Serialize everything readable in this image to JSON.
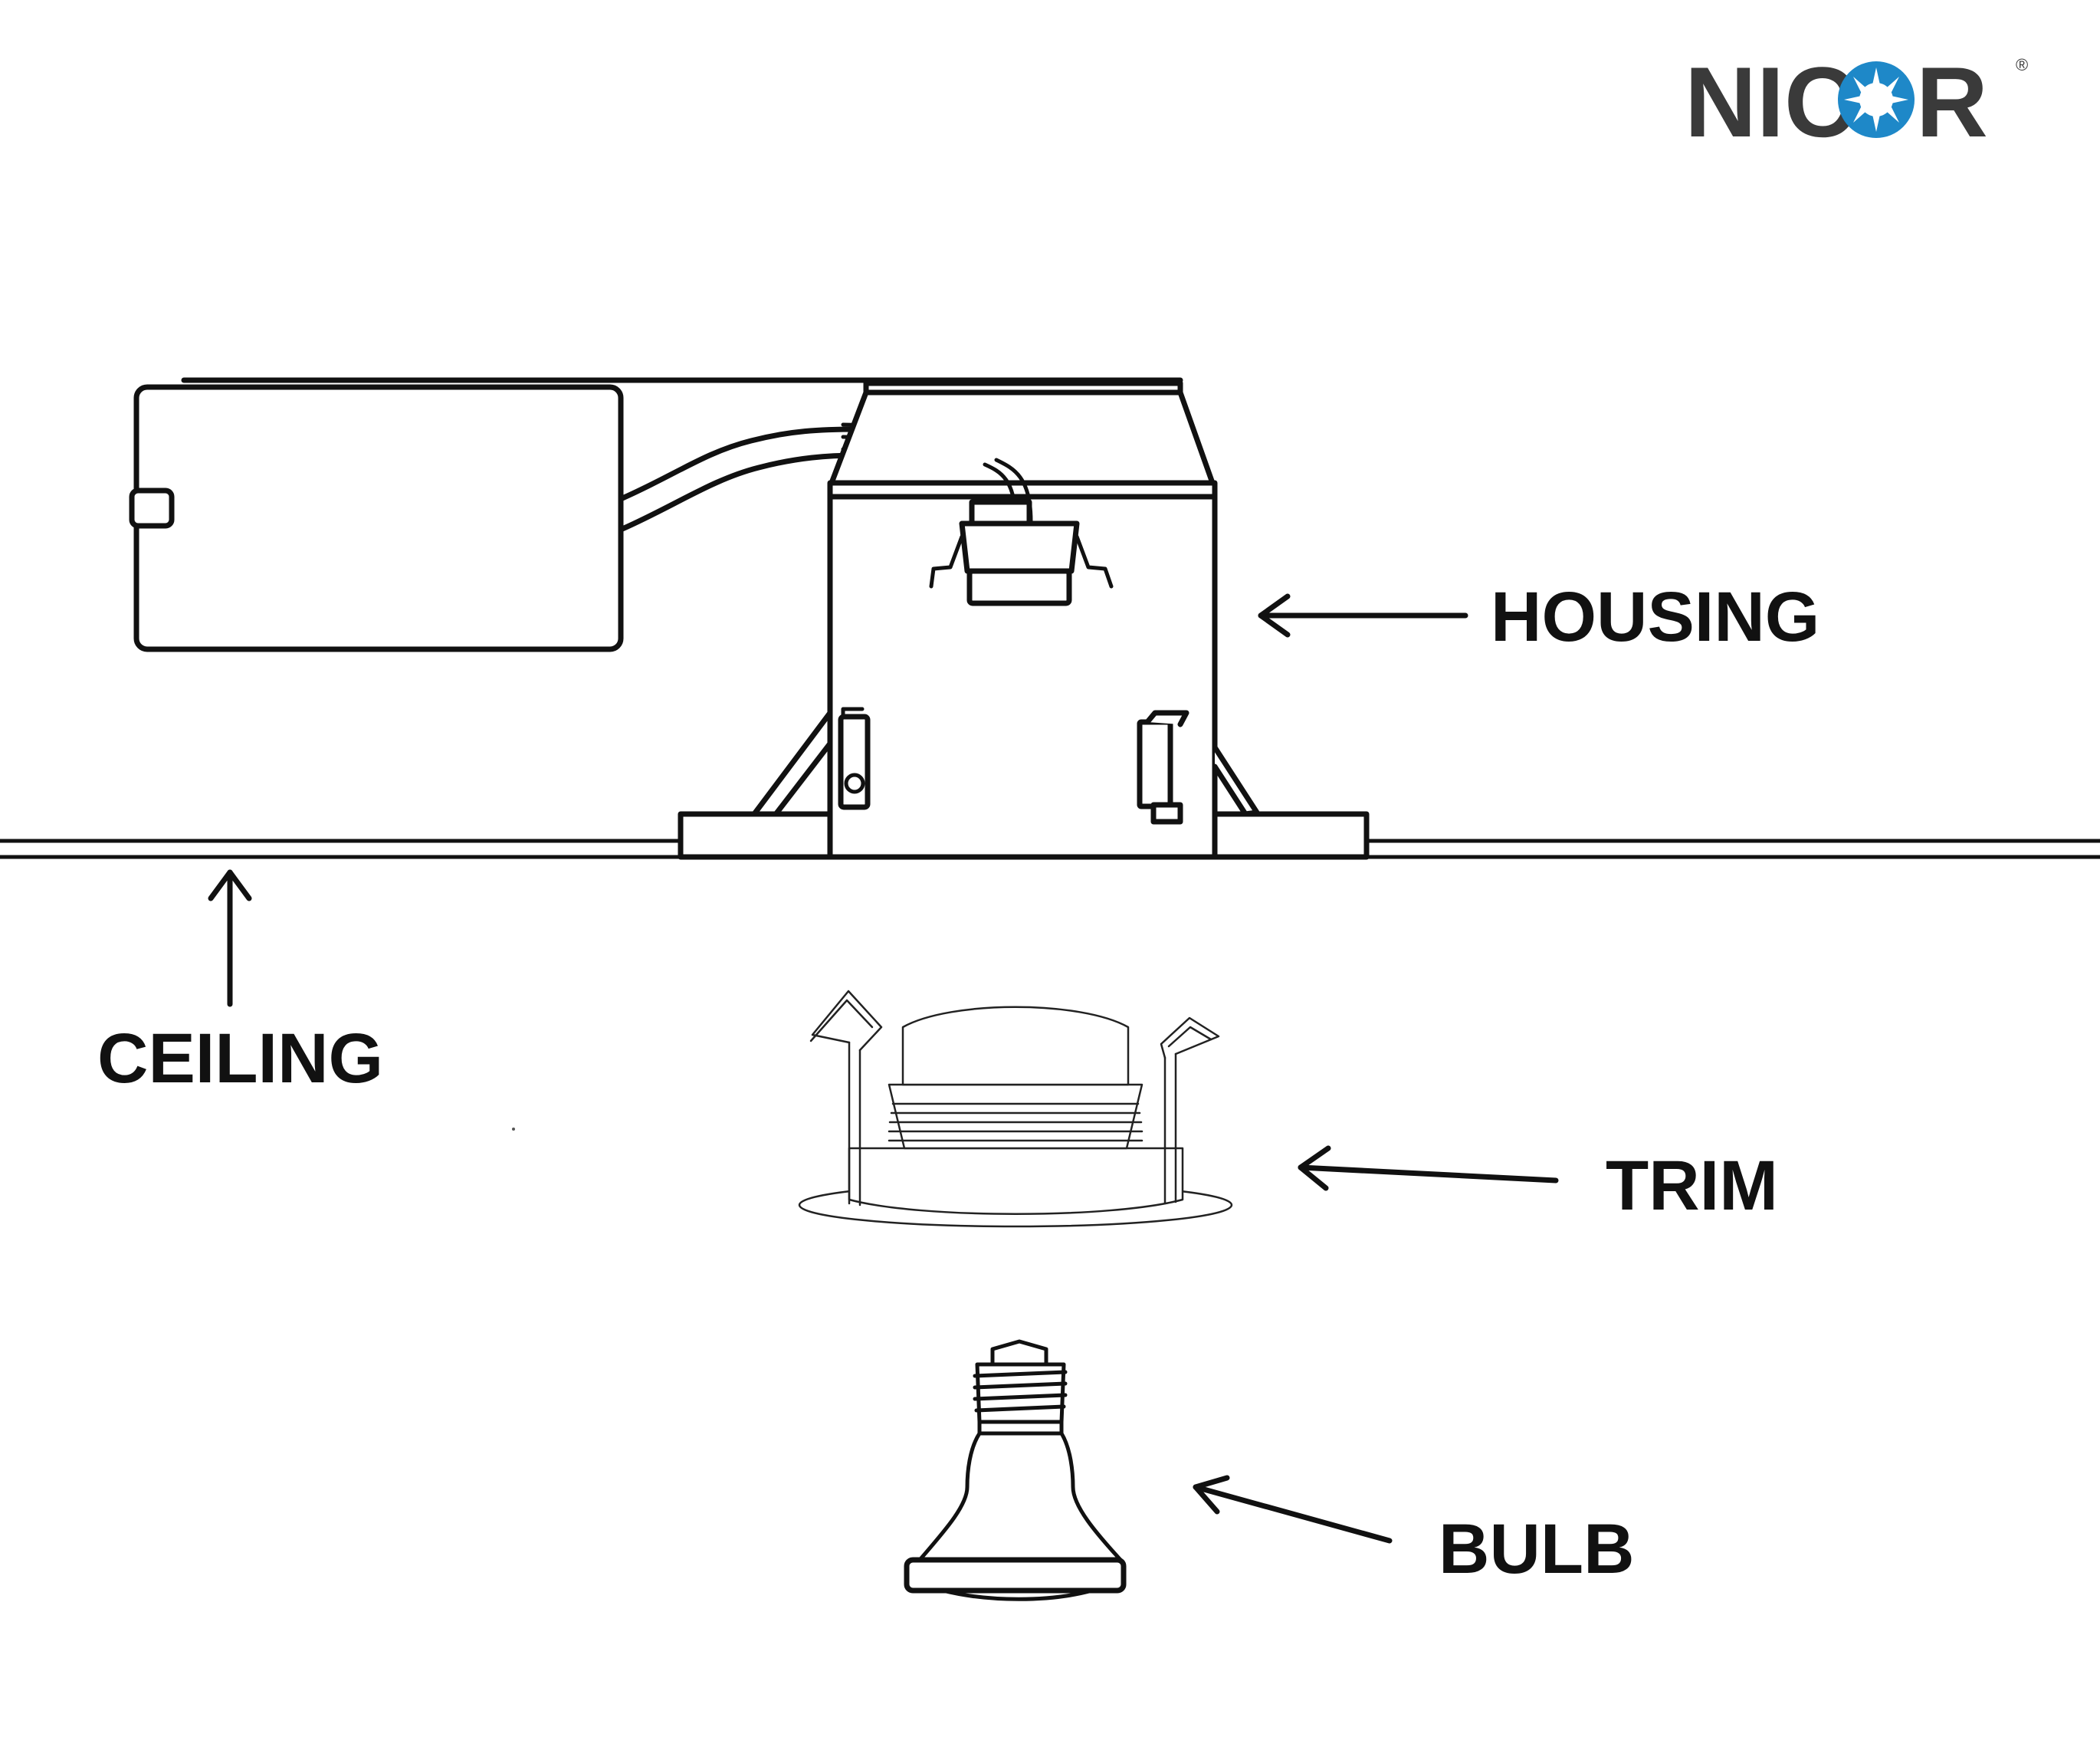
{
  "logo": {
    "text_left": "NIC",
    "text_right": "R",
    "registered": "®",
    "colors": {
      "text": "#3a3a3a",
      "star_circle": "#1e88c8",
      "star": "#ffffff"
    }
  },
  "labels": {
    "housing": "HOUSING",
    "ceiling": "CEILING",
    "trim": "TRIM",
    "bulb": "BULB"
  },
  "colors": {
    "line": "#111111",
    "background": "#ffffff"
  }
}
